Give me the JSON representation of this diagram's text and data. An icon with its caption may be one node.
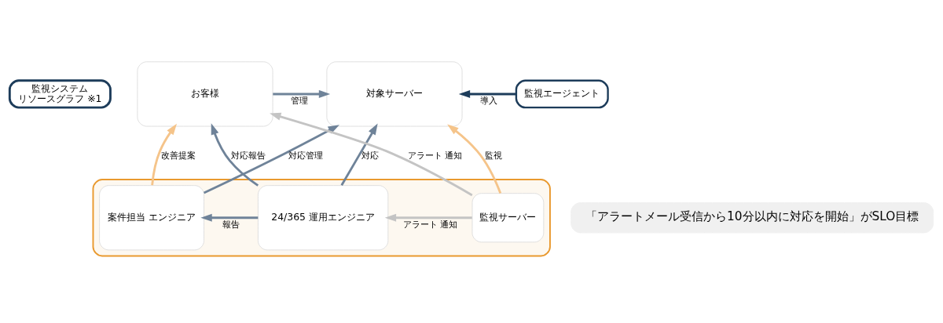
{
  "diagram": {
    "nodes": [
      {
        "text": [
          "監視システム",
          "リソースグラフ ※1"
        ]
      },
      {
        "text": [
          "お客様"
        ]
      },
      {
        "text": [
          "対象サーバー"
        ]
      },
      {
        "text": [
          "監視エージェント"
        ]
      },
      {
        "text": [],
        "shape": "box"
      },
      {
        "text": [
          "案件担当 エンジニア"
        ],
        "in": 4
      },
      {
        "text": [
          "24/365 運用エンジニア"
        ],
        "in": 4
      },
      {
        "text": [
          "監視サーバー"
        ],
        "in": 4
      },
      {
        "text": [
          "「アラートメール受信から10分以内に対応を開始」がSLO目標"
        ]
      }
    ],
    "edges": [
      {
        "from": 1,
        "to": 2,
        "arrow": "to",
        "label": "管理"
      },
      {
        "from": 3,
        "to": 2,
        "arrow": "to",
        "label": "導入",
        "color": "#1d3c5a"
      },
      {
        "from": 5,
        "to": 1,
        "arrow": "to",
        "label": "改善提案",
        "color": "#f5c48a"
      },
      {
        "from": 6,
        "to": 1,
        "arrow": "to",
        "label": "対応報告"
      },
      {
        "from": 7,
        "to": 1,
        "arrow": "to",
        "label": "アラート 通知",
        "color": "#c4c4c4"
      },
      {
        "from": 7,
        "to": 2,
        "arrow": "to",
        "label": "監視",
        "color": "#f5c48a"
      },
      {
        "from": 6,
        "to": 2,
        "arrow": "to",
        "label": "対応"
      },
      {
        "from": 5,
        "to": 2,
        "arrow": "to",
        "label": "対応管理"
      },
      {
        "from": 6,
        "to": 5,
        "arrow": "to",
        "label": "報告"
      },
      {
        "from": 7,
        "to": 6,
        "arrow": "to",
        "label": "アラート 通知",
        "color": "#c4c4c4"
      }
    ]
  }
}
